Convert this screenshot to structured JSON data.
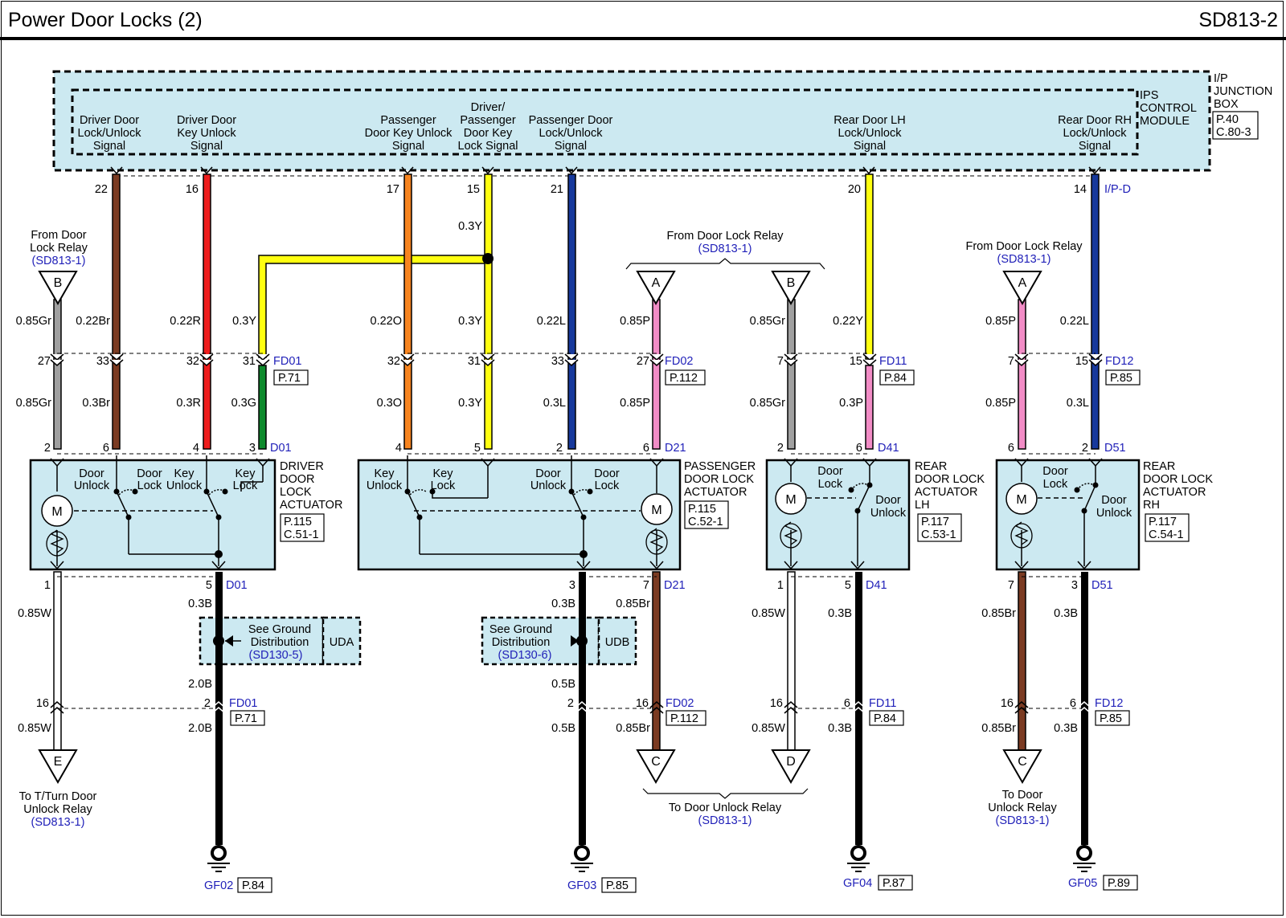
{
  "title": "Power Door Locks (2)",
  "code": "SD813-2",
  "colors": {
    "blue_label": "#1f1fb8",
    "module_fill": "#cce9f1",
    "wire_brown": "#7b3b22",
    "wire_red": "#ee1c1c",
    "wire_orange": "#f7841f",
    "wire_yellow": "#ffff10",
    "wire_blue": "#17399c",
    "wire_pink": "#f28cc6",
    "wire_gray": "#a0a0a0",
    "wire_green": "#0e8a2c",
    "wire_black": "#000000",
    "wire_white": "#ffffff"
  },
  "module": {
    "junction_box": "I/P JUNCTION BOX",
    "junction_ref": "P.40",
    "junction_conn": "C.80-3",
    "control_module": "IPS CONTROL MODULE",
    "connector": "I/P-D",
    "pins": [
      {
        "label": "Driver Door Lock/Unlock Signal",
        "pin": "22"
      },
      {
        "label": "Driver Door Key Unlock Signal",
        "pin": "16"
      },
      {
        "label": "Passenger Door Key Unlock Signal",
        "pin": "17"
      },
      {
        "label": "Driver/ Passenger Door Key Lock Signal",
        "pin": "15"
      },
      {
        "label": "Passenger Door Lock/Unlock Signal",
        "pin": "21"
      },
      {
        "label": "Rear Door LH Lock/Unlock Signal",
        "pin": "20"
      },
      {
        "label": "Rear Door RH Lock/Unlock Signal",
        "pin": "14"
      }
    ]
  },
  "from_relay": {
    "left": "From Door Lock Relay",
    "left_ref": "(SD813-1)",
    "center": "From Door Lock Relay",
    "center_ref": "(SD813-1)",
    "right": "From Door Lock Relay",
    "right_ref": "(SD813-1)"
  },
  "to_relay": {
    "left": "To T/Turn Door Unlock Relay",
    "left_ref": "(SD813-1)",
    "center": "To Door Unlock Relay",
    "center_ref": "(SD813-1)",
    "right": "To Door Unlock Relay",
    "right_ref": "(SD813-1)"
  },
  "offpage": [
    "B",
    "A",
    "B",
    "A",
    "E",
    "C",
    "D",
    "C"
  ],
  "wire_labels_upper": [
    "0.85Gr",
    "0.22Br",
    "0.22R",
    "0.3Y",
    "0.22O",
    "0.3Y",
    "0.22L",
    "0.85P",
    "0.85Gr",
    "0.22Y",
    "0.85P",
    "0.22L",
    "0.3Y"
  ],
  "wire_labels_mid": [
    "0.85Gr",
    "0.3Br",
    "0.3R",
    "0.3G",
    "0.3O",
    "0.3Y",
    "0.3L",
    "0.85P",
    "0.85Gr",
    "0.3P",
    "0.85P",
    "0.3L"
  ],
  "wire_labels_lower": [
    "0.85W",
    "0.3B",
    "0.3B",
    "0.85Br",
    "0.85W",
    "0.3B",
    "0.85Br",
    "0.3B"
  ],
  "wire_labels_bottom_a": [
    "2.0B",
    "0.5B"
  ],
  "wire_labels_bottom_b": [
    "0.85W",
    "2.0B",
    "0.5B",
    "0.85Br",
    "0.85W",
    "0.3B",
    "0.85Br",
    "0.3B"
  ],
  "connectors": {
    "fd01": {
      "name": "FD01",
      "ref": "P.71",
      "pins": [
        "27",
        "33",
        "32",
        "31"
      ]
    },
    "fd01_pin_for_gr": "27",
    "fd_mid_pins": [
      "32",
      "31",
      "33",
      "27"
    ],
    "fd02": {
      "name": "FD02",
      "ref": "P.112"
    },
    "fd11": {
      "name": "FD11",
      "ref": "P.84",
      "pins": [
        "7",
        "15"
      ]
    },
    "fd12": {
      "name": "FD12",
      "ref": "P.85",
      "pins": [
        "7",
        "15"
      ]
    },
    "d01": {
      "name": "D01",
      "pins": [
        "2",
        "6",
        "4",
        "3"
      ],
      "bottom": [
        "1",
        "5"
      ]
    },
    "d21": {
      "name": "D21",
      "pins": [
        "4",
        "5",
        "2",
        "6"
      ],
      "bottom": [
        "3",
        "7"
      ]
    },
    "d41": {
      "name": "D41",
      "pins": [
        "2",
        "6"
      ],
      "bottom": [
        "1",
        "5"
      ]
    },
    "d51": {
      "name": "D51",
      "pins": [
        "6",
        "2"
      ],
      "bottom": [
        "7",
        "3"
      ]
    },
    "fd01_low": {
      "name": "FD01",
      "ref": "P.71",
      "pins": [
        "16",
        "2"
      ]
    },
    "fd02_low": {
      "name": "FD02",
      "ref": "P.112",
      "pins": [
        "2",
        "16"
      ]
    },
    "fd11_low": {
      "name": "FD11",
      "ref": "P.84",
      "pins": [
        "16",
        "6"
      ]
    },
    "fd12_low": {
      "name": "FD12",
      "ref": "P.85",
      "pins": [
        "16",
        "6"
      ]
    }
  },
  "actuators": {
    "driver": {
      "name": "DRIVER DOOR LOCK ACTUATOR",
      "ref": "P.115",
      "conn": "C.51-1",
      "labels": [
        "Door Unlock",
        "Door Lock",
        "Key Unlock",
        "Key Lock"
      ]
    },
    "passenger": {
      "name": "PASSENGER DOOR LOCK ACTUATOR",
      "ref": "P.115",
      "conn": "C.52-1",
      "labels": [
        "Key Unlock",
        "Key Lock",
        "Door Unlock",
        "Door Lock"
      ]
    },
    "rear_lh": {
      "name": "REAR DOOR LOCK ACTUATOR LH",
      "ref": "P.117",
      "conn": "C.53-1",
      "labels": [
        "Door Lock",
        "Door Unlock"
      ]
    },
    "rear_rh": {
      "name": "REAR DOOR LOCK ACTUATOR RH",
      "ref": "P.117",
      "conn": "C.54-1",
      "labels": [
        "Door Lock",
        "Door Unlock"
      ]
    },
    "motor": "M"
  },
  "ground_dist": {
    "label": "See Ground Distribution",
    "left_ref": "(SD130-5)",
    "left_code": "UDA",
    "right_ref": "(SD130-6)",
    "right_code": "UDB"
  },
  "grounds": [
    {
      "name": "GF02",
      "ref": "P.84"
    },
    {
      "name": "GF03",
      "ref": "P.85"
    },
    {
      "name": "GF04",
      "ref": "P.87"
    },
    {
      "name": "GF05",
      "ref": "P.89"
    }
  ]
}
